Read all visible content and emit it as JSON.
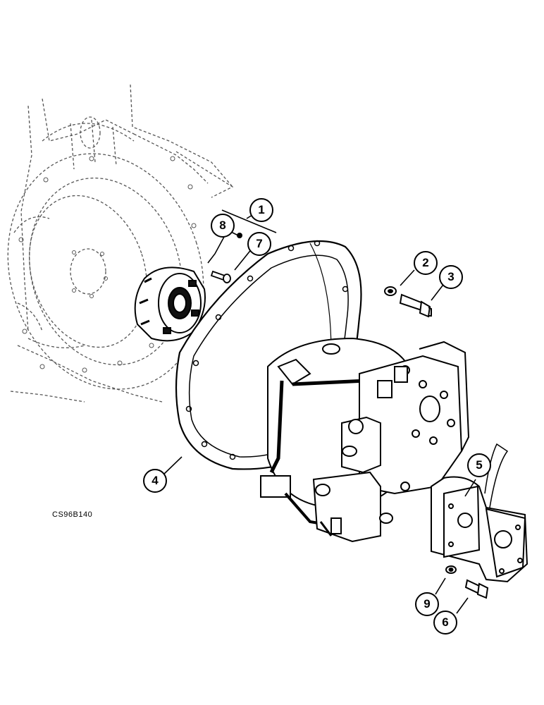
{
  "figure_code": "CS96B140",
  "callouts": [
    "1",
    "2",
    "3",
    "4",
    "5",
    "6",
    "7",
    "8",
    "9"
  ]
}
